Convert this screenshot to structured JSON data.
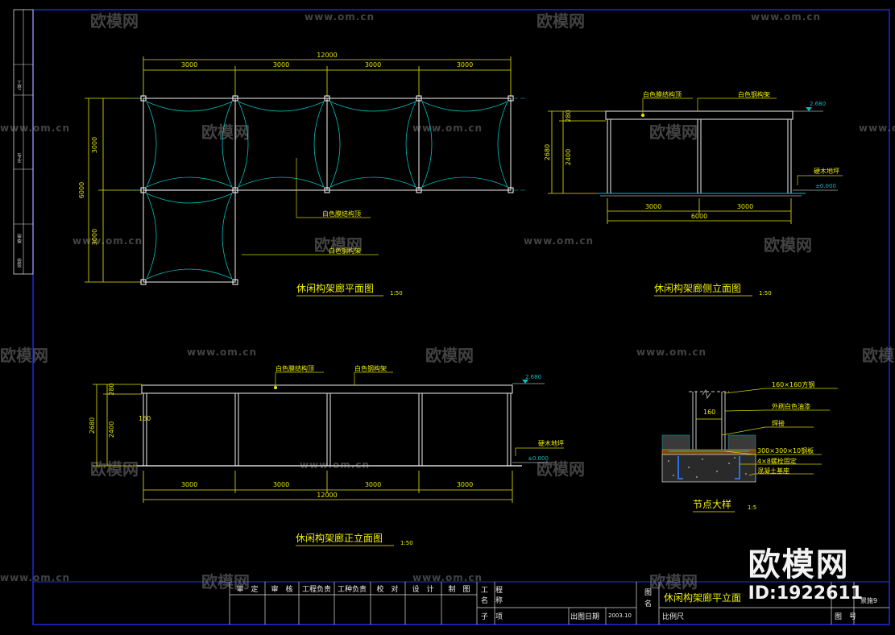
{
  "colors": {
    "background": "#000000",
    "frame": "#1e28d8",
    "dim": "#e6e600",
    "structure": "#c8c8c8",
    "cyan": "#00c0c0",
    "label": "#f0f000",
    "leader": "#d0d000"
  },
  "plan": {
    "title": "休闲构架廊平面图",
    "scale": "1:50",
    "top_dims": [
      "3000",
      "3000",
      "3000",
      "3000"
    ],
    "top_total": "12000",
    "left_dims": [
      "3000",
      "3000"
    ],
    "left_total": "6000",
    "label_top": "白色膜结构顶",
    "label_beam": "白色钢构架"
  },
  "side": {
    "title": "休闲构架廊侧立面图",
    "scale": "1:50",
    "label_top": "白色膜结构顶",
    "label_beam": "白色钢构架",
    "elev_top": "2.680",
    "label_ground": "硬木地坪",
    "elev_ground": "±0.000",
    "left_dims": [
      "280",
      "2400"
    ],
    "left_total": "2680",
    "bottom_dims": [
      "3000",
      "3000"
    ],
    "bottom_total": "6000"
  },
  "front": {
    "title": "休闲构架廊正立面图",
    "scale": "1:50",
    "label_top": "白色膜结构顶",
    "label_beam": "白色钢构架",
    "elev_top": "2.680",
    "label_ground": "硬木地坪",
    "elev_ground": "±0.000",
    "left_dims": [
      "280",
      "2400"
    ],
    "left_total": "2680",
    "post": "160",
    "bottom_dims": [
      "3000",
      "3000",
      "3000",
      "3000"
    ],
    "bottom_total": "12000"
  },
  "detail": {
    "title": "节点大样",
    "scale": "1:5",
    "post_width": "160",
    "labels": [
      "160×160方钢",
      "外刷白色油漆",
      "焊接",
      "300×300×10钢板",
      "4×8螺栓固定",
      "混凝土基座"
    ]
  },
  "titleblock": {
    "roles": [
      "审　定",
      "审　核",
      "工程负责",
      "工种负责",
      "校　对",
      "设　计",
      "制　图"
    ],
    "project_label": "工　程\n名　称",
    "sub_label": "子　项",
    "date_label": "出图日期",
    "date_value": "2003.10",
    "drawing_name_label": "图　名",
    "drawing_name": "休闲构架廊平立面",
    "scale_label": "比例尺",
    "drawing_no_label": "图　号",
    "drawing_no": "景施9"
  },
  "left_strip": [
    "工号",
    "专业",
    "审查",
    "会签"
  ],
  "watermark": {
    "logo": "欧模网",
    "url": "www.om.cn"
  },
  "brand": {
    "name": "欧模网",
    "id": "ID:1922611"
  }
}
